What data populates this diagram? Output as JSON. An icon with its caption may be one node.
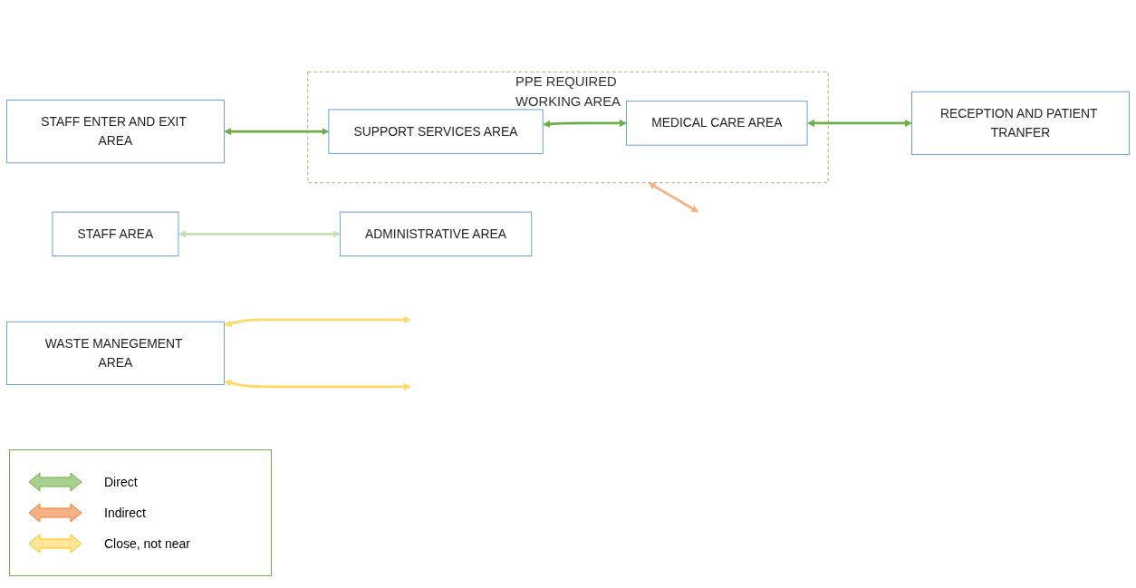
{
  "diagram": {
    "nodes": [
      {
        "text": [
          "WASTE MANEGEMENT AREA"
        ]
      },
      {
        "text": [
          "STAFF ENTER AND EXIT AREA"
        ]
      },
      {
        "text": [
          "PPE REQUIRED WORKING AREA"
        ]
      },
      {
        "text": [
          "SUPPORT SERVICES AREA"
        ],
        "in": 2
      },
      {
        "text": [
          "MEDICAL CARE AREA"
        ],
        "in": 2
      },
      {
        "text": [
          "RECEPTION AND PATIENT TRANFER"
        ]
      },
      {
        "text": [
          "STAFF AREA"
        ]
      },
      {
        "text": [
          "ADMINISTRATIVE AREA"
        ]
      }
    ],
    "edges": [
      {
        "from": 0,
        "to": null,
        "arrow": "both",
        "color": "#ffd966"
      },
      {
        "from": 0,
        "to": null,
        "arrow": "both",
        "color": "#ffd966"
      },
      {
        "from": 1,
        "to": 3,
        "arrow": "both"
      },
      {
        "from": 3,
        "to": 4,
        "arrow": "both"
      },
      {
        "from": 4,
        "to": 5,
        "arrow": "both"
      },
      {
        "from": 2,
        "to": null,
        "arrow": "both",
        "color": "#f4b183"
      },
      {
        "from": 6,
        "to": 7,
        "arrow": "both",
        "color": "#c5e0b4"
      }
    ],
    "legend": [
      {
        "text": "Direct"
      },
      {
        "text": "Indirect"
      },
      {
        "text": "Close, not near"
      }
    ]
  }
}
